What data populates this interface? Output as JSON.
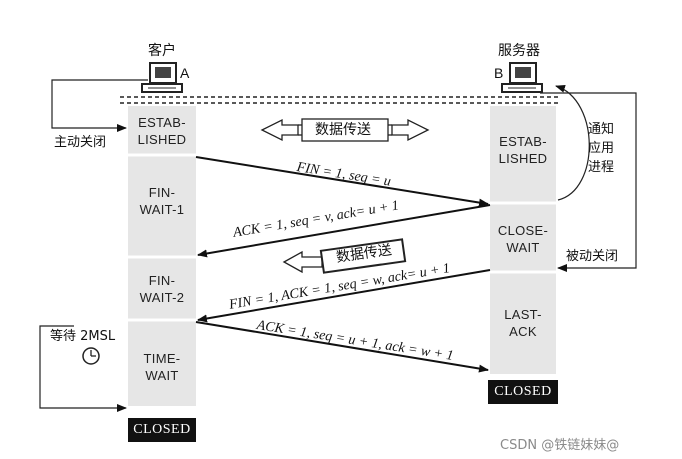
{
  "client": {
    "title": "客户",
    "letter": "A"
  },
  "server": {
    "title": "服务器",
    "letter": "B"
  },
  "left_states": {
    "established": "ESTAB-\nLISHED",
    "fin_wait_1": "FIN-\nWAIT-1",
    "fin_wait_2": "FIN-\nWAIT-2",
    "time_wait": "TIME-\nWAIT",
    "closed": "CLOSED"
  },
  "right_states": {
    "established": "ESTAB-\nLISHED",
    "close_wait": "CLOSE-\nWAIT",
    "last_ack": "LAST-\nACK",
    "closed": "CLOSED"
  },
  "notes": {
    "active_close": "主动关闭",
    "passive_close": "被动关闭",
    "notify_app": "通知\n应用\n进程",
    "wait_2msl": "等待 2MSL"
  },
  "data_transfer_1": "数据传送",
  "data_transfer_2": "数据传送",
  "segments": {
    "fin1": "FIN = 1, seq = u",
    "ack1": "ACK = 1, seq = v, ack= u + 1",
    "fin2": "FIN = 1, ACK = 1, seq = w, ack= u + 1",
    "ack2": "ACK = 1, seq = u + 1, ack = w + 1"
  },
  "watermark": "CSDN @铁链妹妹@"
}
